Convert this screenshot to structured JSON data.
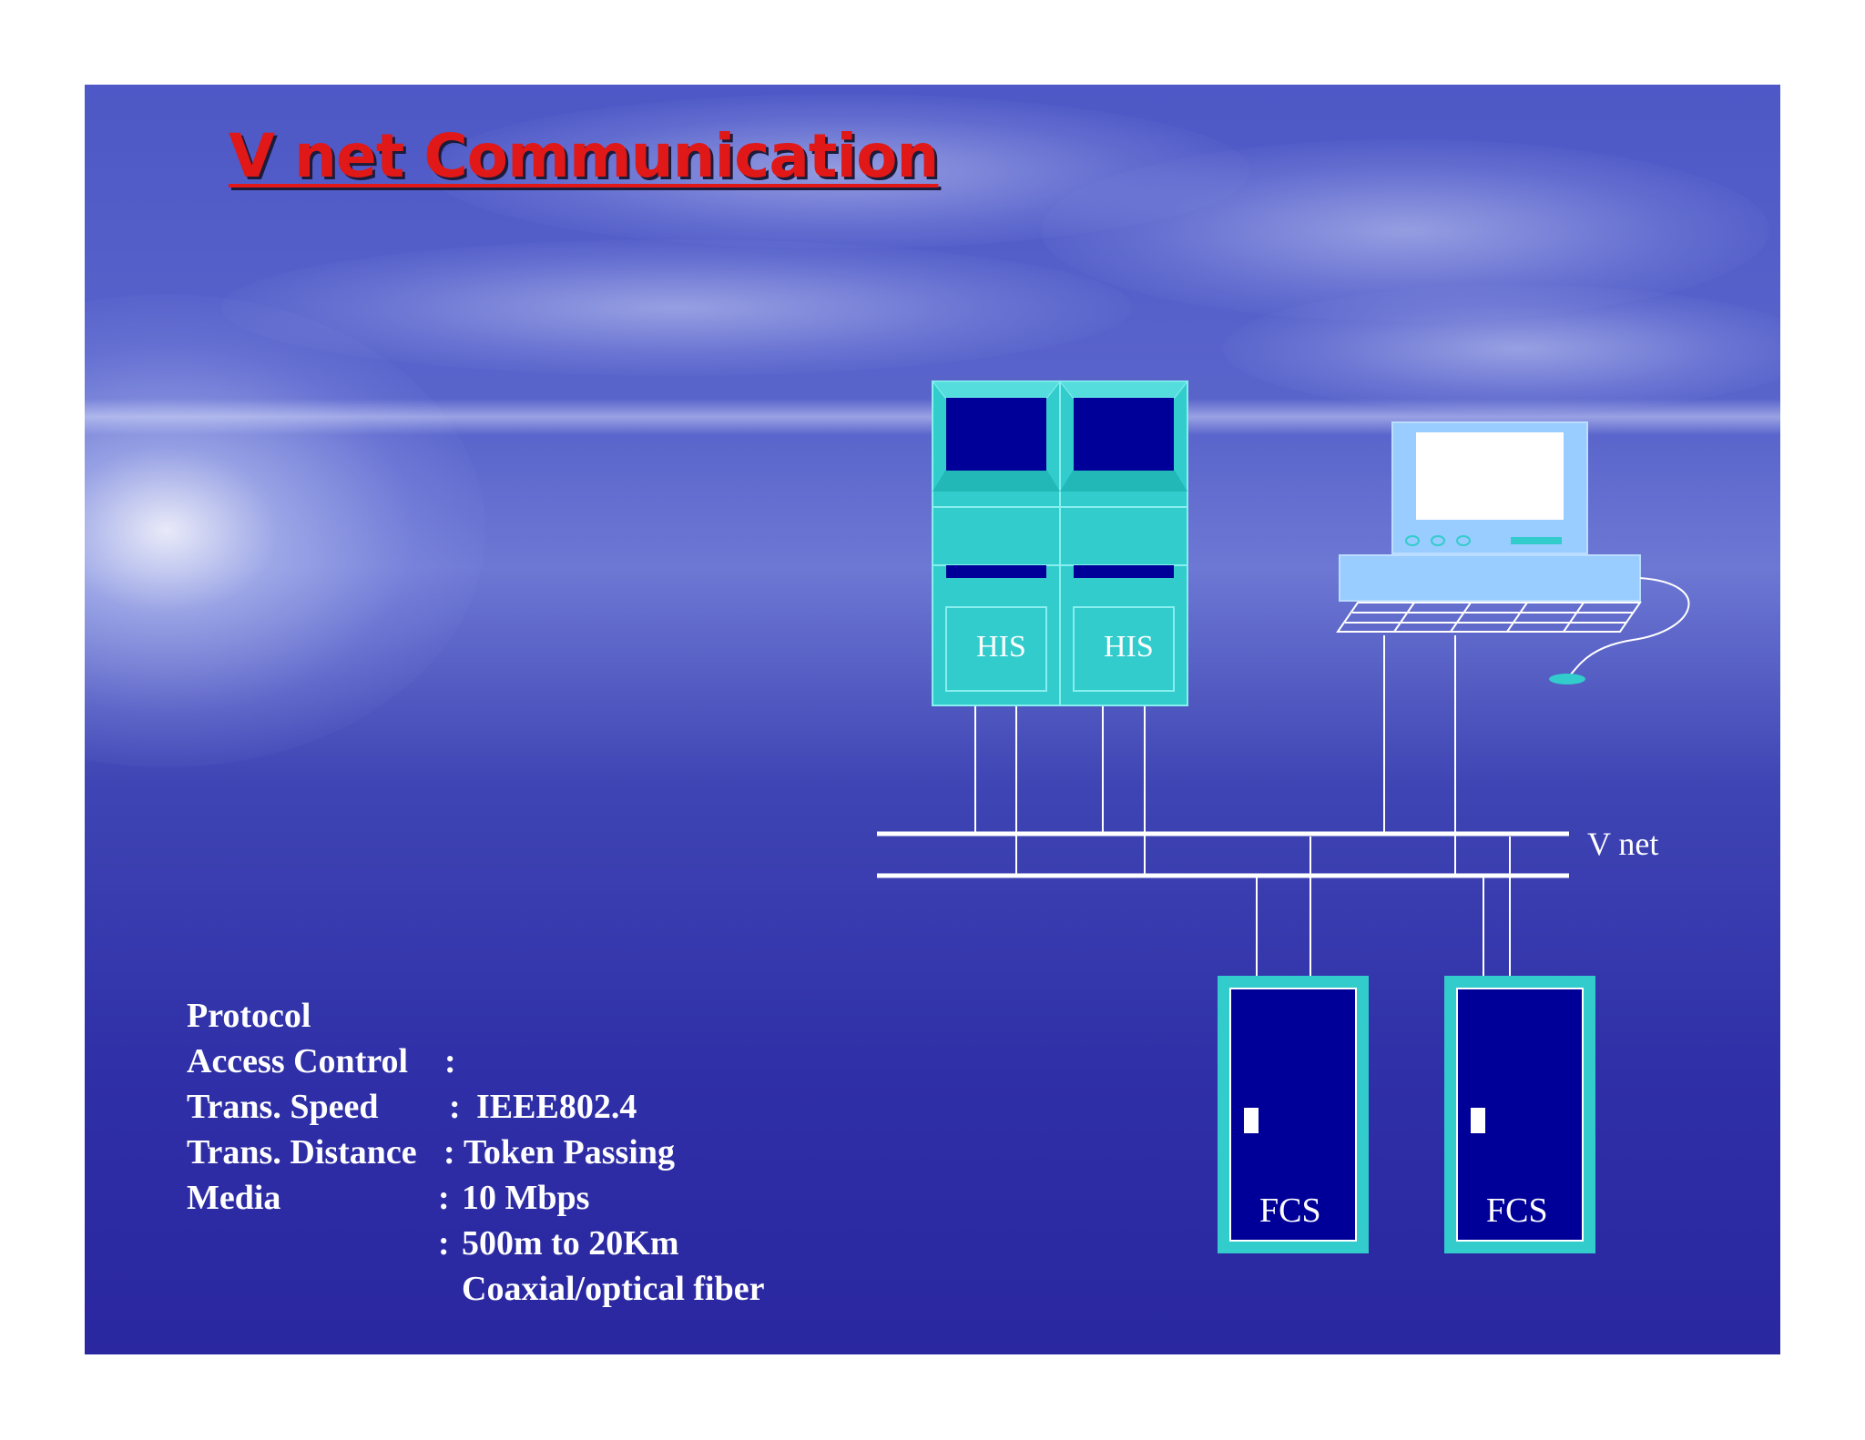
{
  "slide": {
    "title": "V net Communication"
  },
  "specs": [
    {
      "label": "Protocol",
      "sep": ":",
      "value": "IEEE802.4"
    },
    {
      "label": "Access Control",
      "sep": ":",
      "value": "Token Passing"
    },
    {
      "label": "Trans. Speed",
      "sep": ":",
      "value": "10 Mbps"
    },
    {
      "label": "Trans. Distance",
      "sep": ":",
      "value": "500m to 20Km"
    },
    {
      "label": "Media",
      "sep": ":",
      "value": "Coaxial/optical fiber"
    }
  ],
  "diagram": {
    "his_left_label": "HIS",
    "his_right_label": "HIS",
    "bus_label": "V net",
    "fcs_left_label": "FCS",
    "fcs_right_label": "FCS"
  },
  "colors": {
    "title": "#e01818",
    "cabinet_teal": "#33cccc",
    "screen_navy": "#000099",
    "pc_light_blue": "#99ccff",
    "text_white": "#ffffff"
  }
}
